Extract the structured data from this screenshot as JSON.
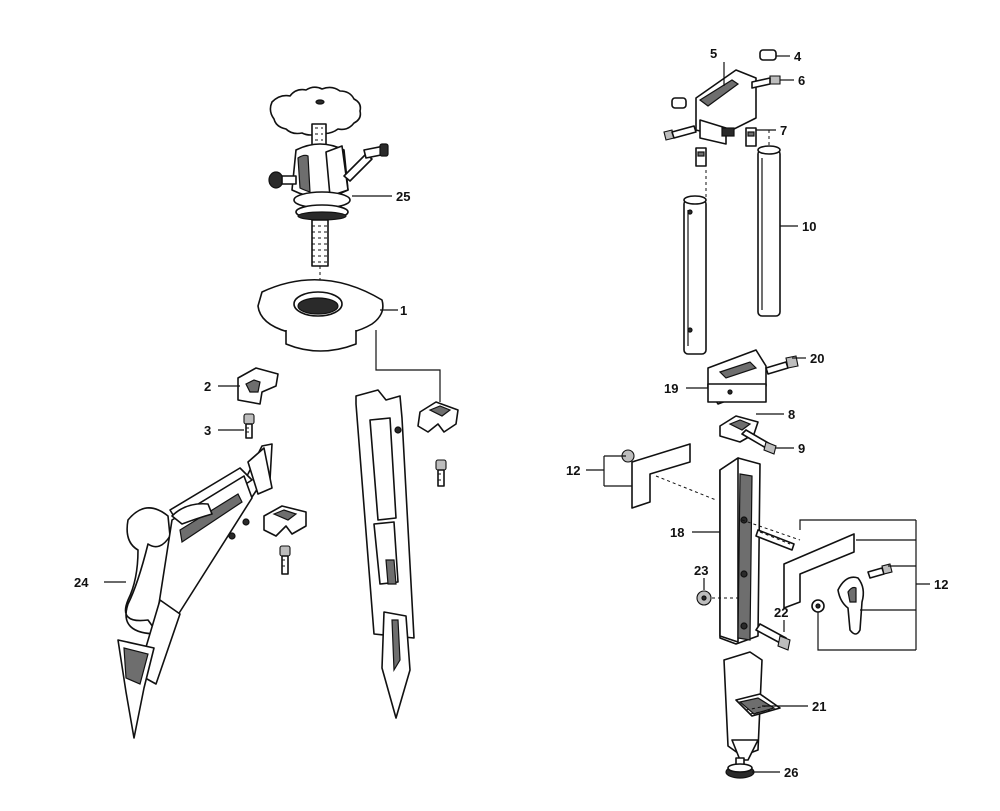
{
  "colors": {
    "background": "#ffffff",
    "ink": "#111111",
    "shade": "#6e6e6e"
  },
  "callouts": [
    {
      "id": "c25",
      "text": "25"
    },
    {
      "id": "c1",
      "text": "1"
    },
    {
      "id": "c2",
      "text": "2"
    },
    {
      "id": "c3",
      "text": "3"
    },
    {
      "id": "c24",
      "text": "24"
    },
    {
      "id": "c5",
      "text": "5"
    },
    {
      "id": "c4",
      "text": "4"
    },
    {
      "id": "c6",
      "text": "6"
    },
    {
      "id": "c7",
      "text": "7"
    },
    {
      "id": "c10",
      "text": "10"
    },
    {
      "id": "c20",
      "text": "20"
    },
    {
      "id": "c19",
      "text": "19"
    },
    {
      "id": "c8",
      "text": "8"
    },
    {
      "id": "c9",
      "text": "9"
    },
    {
      "id": "c12a",
      "text": "12"
    },
    {
      "id": "c18",
      "text": "18"
    },
    {
      "id": "c12b",
      "text": "12"
    },
    {
      "id": "c23",
      "text": "23"
    },
    {
      "id": "c22",
      "text": "22"
    },
    {
      "id": "c21",
      "text": "21"
    },
    {
      "id": "c26",
      "text": "26"
    }
  ]
}
